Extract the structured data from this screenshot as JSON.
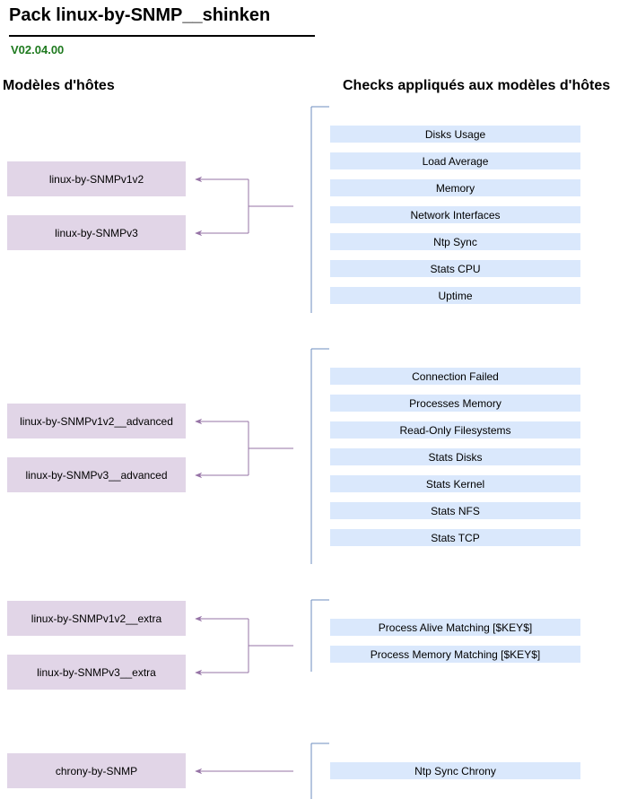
{
  "header": {
    "title": "Pack linux-by-SNMP__shinken",
    "version": "V02.04.00"
  },
  "columns": {
    "left": "Modèles d'hôtes",
    "right": "Checks appliqués aux modèles d'hôtes"
  },
  "groups": [
    {
      "templates": [
        "linux-by-SNMPv1v2",
        "linux-by-SNMPv3"
      ],
      "checks": [
        "Disks Usage",
        "Load Average",
        "Memory",
        "Network Interfaces",
        "Ntp Sync",
        "Stats CPU",
        "Uptime"
      ]
    },
    {
      "templates": [
        "linux-by-SNMPv1v2__advanced",
        "linux-by-SNMPv3__advanced"
      ],
      "checks": [
        "Connection Failed",
        "Processes Memory",
        "Read-Only Filesystems",
        "Stats Disks",
        "Stats Kernel",
        "Stats NFS",
        "Stats TCP"
      ]
    },
    {
      "templates": [
        "linux-by-SNMPv1v2__extra",
        "linux-by-SNMPv3__extra"
      ],
      "checks": [
        "Process Alive Matching [$KEY$]",
        "Process Memory Matching [$KEY$]"
      ]
    },
    {
      "templates": [
        "chrony-by-SNMP"
      ],
      "checks": [
        "Ntp Sync Chrony"
      ]
    }
  ],
  "colors": {
    "template_fill": "#e1d5e7",
    "check_fill": "#dae8fc",
    "arrow": "#9673a6",
    "bracket": "#6c8ebf",
    "version_text": "#1f7a1f"
  }
}
